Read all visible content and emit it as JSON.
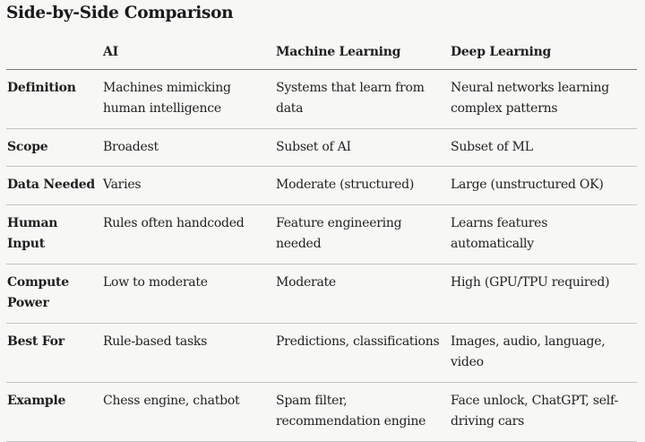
{
  "title": "Side-by-Side Comparison",
  "table": {
    "headers": [
      "",
      "AI",
      "Machine Learning",
      "Deep Learning"
    ],
    "rows": [
      {
        "label": "Definition",
        "cells": [
          "Machines mimicking human intelligence",
          "Systems that learn from data",
          "Neural networks learning complex patterns"
        ]
      },
      {
        "label": "Scope",
        "cells": [
          "Broadest",
          "Subset of AI",
          "Subset of ML"
        ]
      },
      {
        "label": "Data Needed",
        "cells": [
          "Varies",
          "Moderate (structured)",
          "Large (unstructured OK)"
        ]
      },
      {
        "label": "Human Input",
        "cells": [
          "Rules often handcoded",
          "Feature engineering needed",
          "Learns features automatically"
        ]
      },
      {
        "label": "Compute Power",
        "cells": [
          "Low to moderate",
          "Moderate",
          "High (GPU/TPU required)"
        ]
      },
      {
        "label": "Best For",
        "cells": [
          "Rule-based tasks",
          "Predictions, classifications",
          "Images, audio, language, video"
        ]
      },
      {
        "label": "Example",
        "cells": [
          "Chess engine, chatbot",
          "Spam filter, recommendation engine",
          "Face unlock, ChatGPT, self-driving cars"
        ]
      }
    ]
  }
}
